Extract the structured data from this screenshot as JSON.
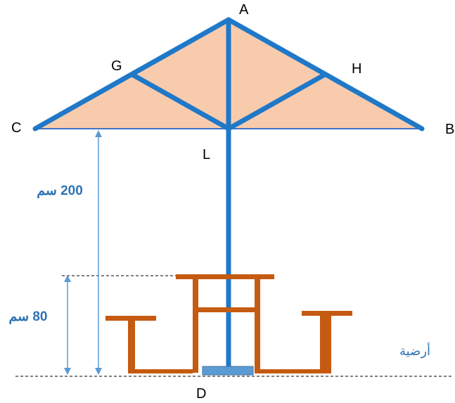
{
  "points": {
    "A": "A",
    "B": "B",
    "C": "C",
    "G": "G",
    "H": "H",
    "L": "L",
    "D": "D"
  },
  "dimensions": {
    "umbrella_height": "200 سم",
    "table_height": "80 سم"
  },
  "ground_label": "أرضية",
  "colors": {
    "pole": "#1f78c8",
    "canopy_fill": "#f8cbad",
    "table": "#c55a11",
    "dimension_text": "#2e74b5",
    "dimension_arrow": "#5b9bd5",
    "base": "#5b9bd5"
  }
}
